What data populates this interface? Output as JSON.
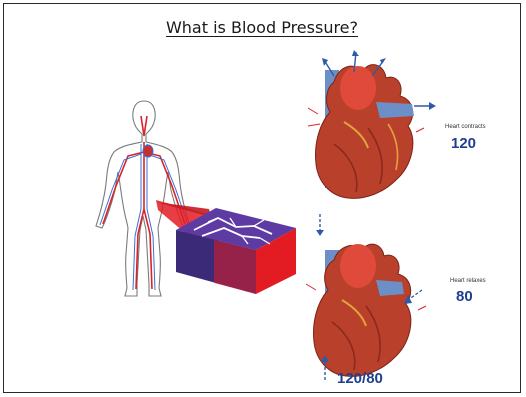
{
  "title": "What is Blood Pressure?",
  "contract": {
    "caption": "Heart contracts",
    "value": "120"
  },
  "relax": {
    "caption": "Heart relaxes",
    "value": "80"
  },
  "reading": "120/80",
  "colors": {
    "artery": "#d8232a",
    "vein": "#3a6fd0",
    "value_text": "#1f3f8f"
  }
}
